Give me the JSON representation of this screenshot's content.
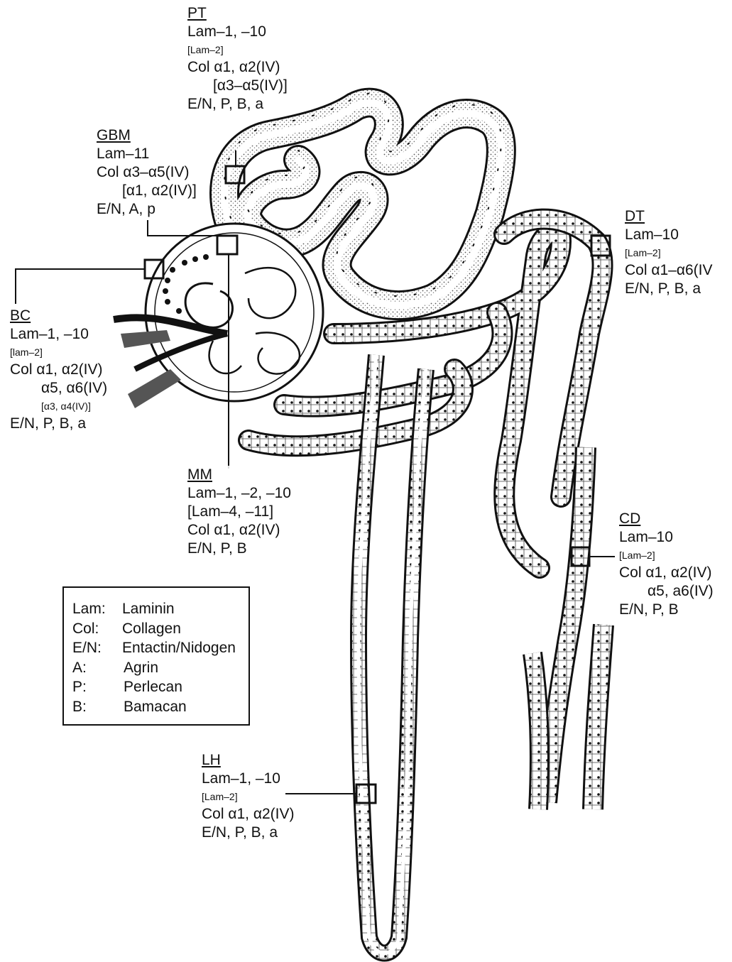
{
  "labels": {
    "pt": {
      "title": "PT",
      "lines": [
        "Lam–1, –10",
        "[Lam–2]",
        "Col α1, α2(IV)",
        "[α3–α5(IV)]",
        "E/N, P, B, a"
      ]
    },
    "gbm": {
      "title": "GBM",
      "lines": [
        "Lam–11",
        "Col α3–α5(IV)",
        "[α1, α2(IV)]",
        "E/N, A, p"
      ]
    },
    "bc": {
      "title": "BC",
      "lines": [
        "Lam–1, –10",
        "[lam–2]",
        "Col α1, α2(IV)",
        "α5, α6(IV)",
        "[α3, α4(IV)]",
        "E/N, P, B, a"
      ]
    },
    "mm": {
      "title": "MM",
      "lines": [
        "Lam–1, –2, –10",
        "[Lam–4, –11]",
        "Col α1, α2(IV)",
        "E/N, P, B"
      ]
    },
    "dt": {
      "title": "DT",
      "lines": [
        "Lam–10",
        "[Lam–2]",
        "Col α1–α6(IV",
        "E/N, P, B, a"
      ]
    },
    "cd": {
      "title": "CD",
      "lines": [
        "Lam–10",
        "[Lam–2]",
        "Col α1, α2(IV)",
        "α5, a6(IV)",
        "E/N, P, B"
      ]
    },
    "lh": {
      "title": "LH",
      "lines": [
        "Lam–1, –10",
        "[Lam–2]",
        "Col α1, α2(IV)",
        "E/N, P, B, a"
      ]
    }
  },
  "legend": [
    {
      "abbr": "Lam:",
      "term": "Laminin"
    },
    {
      "abbr": "Col:",
      "term": "Collagen"
    },
    {
      "abbr": "E/N:",
      "term": "Entactin/Nidogen"
    },
    {
      "abbr": "A:",
      "term": "Agrin"
    },
    {
      "abbr": "P:",
      "term": "Perlecan"
    },
    {
      "abbr": "B:",
      "term": "Bamacan"
    }
  ],
  "colors": {
    "ink": "#111111",
    "stipple": "#9a9a9a",
    "background": "#ffffff"
  }
}
